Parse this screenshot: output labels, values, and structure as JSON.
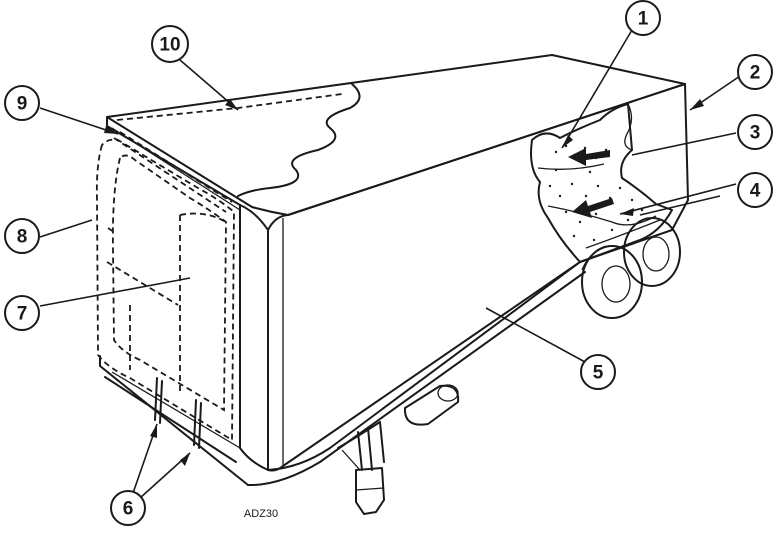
{
  "diagram": {
    "drawing_code": "ADZ30",
    "callouts": [
      {
        "id": "c1",
        "label": "1"
      },
      {
        "id": "c2",
        "label": "2"
      },
      {
        "id": "c3",
        "label": "3"
      },
      {
        "id": "c4",
        "label": "4"
      },
      {
        "id": "c5",
        "label": "5"
      },
      {
        "id": "c6",
        "label": "6"
      },
      {
        "id": "c7",
        "label": "7"
      },
      {
        "id": "c8",
        "label": "8"
      },
      {
        "id": "c9",
        "label": "9"
      },
      {
        "id": "c10",
        "label": "10"
      }
    ]
  }
}
